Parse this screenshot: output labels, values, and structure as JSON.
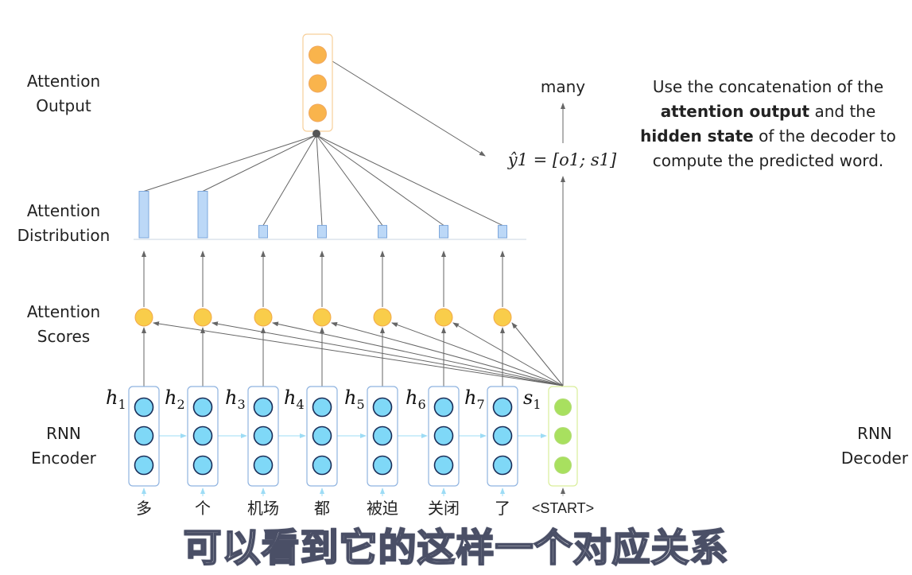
{
  "labels": {
    "attention_output": [
      "Attention",
      "Output"
    ],
    "attention_distribution": [
      "Attention",
      "Distribution"
    ],
    "attention_scores": [
      "Attention",
      "Scores"
    ],
    "rnn_encoder": [
      "RNN",
      "Encoder"
    ],
    "rnn_decoder": [
      "RNN",
      "Decoder"
    ]
  },
  "encoder_states": [
    "h1",
    "h2",
    "h3",
    "h4",
    "h5",
    "h6",
    "h7"
  ],
  "decoder_state": "s1",
  "source_words": [
    "多",
    "个",
    "机场",
    "都",
    "被迫",
    "关闭",
    "了"
  ],
  "decoder_input": "<START>",
  "attention_weights": [
    0.3,
    0.3,
    0.08,
    0.08,
    0.08,
    0.08,
    0.08
  ],
  "prediction_formula": "ŷ1 = [o1; s1]",
  "predicted_word": "many",
  "note": {
    "part1": "Use the concatenation of the",
    "bold1": "attention output",
    "part2": "and the",
    "bold2": "hidden state",
    "part3": "of the decoder to compute the predicted word."
  },
  "subtitle": "可以看到它的这样一个对应关系",
  "colors": {
    "encoder": "#7fd8f7",
    "decoder": "#a8e05f",
    "output": "#f9b44c",
    "score": "#f9cd4a",
    "distribution": "#bcd8f7"
  }
}
